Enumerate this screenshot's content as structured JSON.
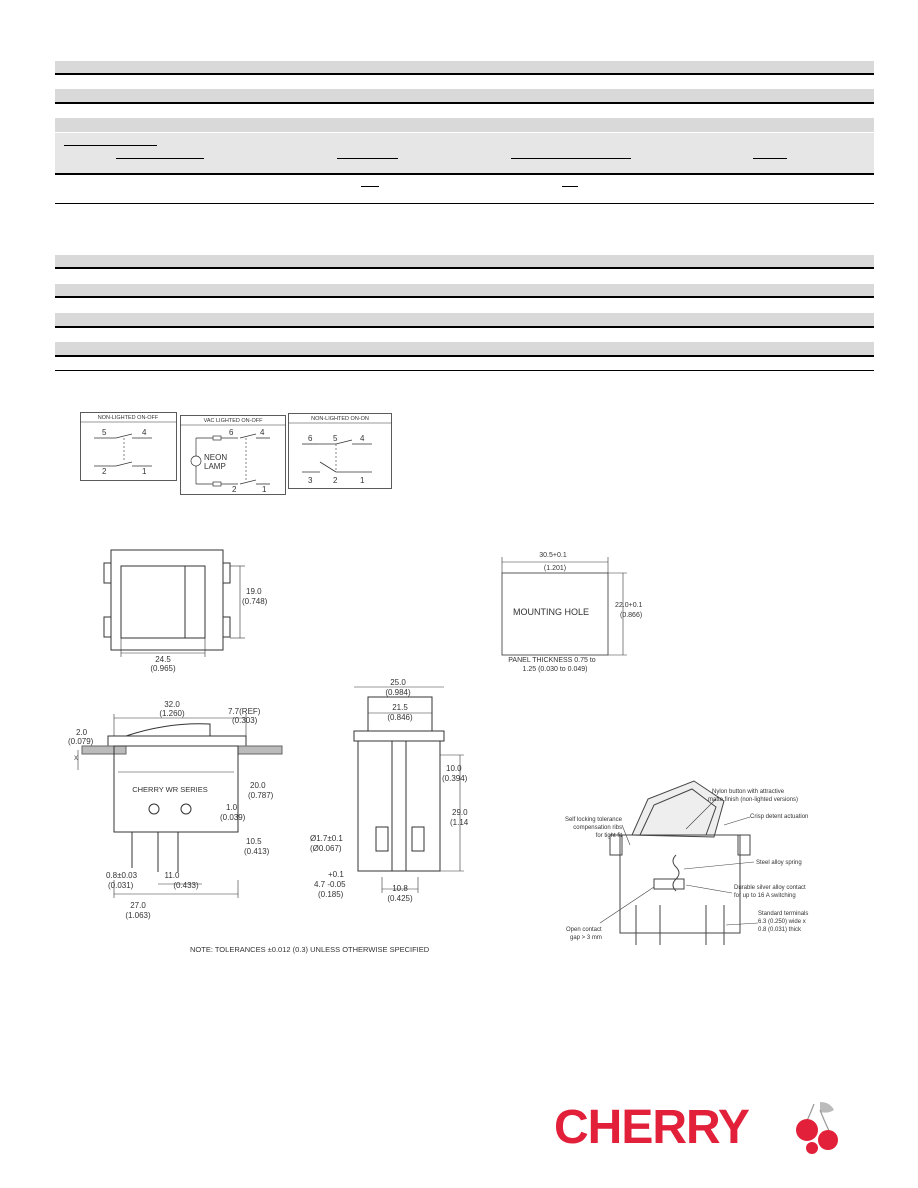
{
  "wiring": {
    "panel_a": {
      "title": "NON-LIGHTED ON-OFF",
      "t5": "5",
      "t4": "4",
      "t2": "2",
      "t1": "1"
    },
    "panel_b": {
      "title": "VAC LIGHTED ON-OFF",
      "t6": "6",
      "t4": "4",
      "neon1": "NEON",
      "neon2": "LAMP",
      "t2": "2",
      "t1": "1"
    },
    "panel_c": {
      "title": "NON-LIGHTED ON-ON",
      "t6": "6",
      "t5": "5",
      "t4": "4",
      "t3": "3",
      "t2": "2",
      "t1": "1"
    }
  },
  "front": {
    "h_mm": "19.0",
    "h_in": "(0.748)",
    "w_mm": "24.5",
    "w_in": "(0.965)"
  },
  "mounting": {
    "w_mm": "30.5+0.1",
    "w_in": "(1.201)",
    "label": "MOUNTING HOLE",
    "h_mm": "22.0+0.1",
    "h_in": "(0.866)",
    "panel1": "PANEL THICKNESS 0.75 to",
    "panel2": "1.25 (0.030 to 0.049)"
  },
  "side": {
    "top_mm": "32.0",
    "top_in": "(1.260)",
    "ref_mm": "7.7(REF)",
    "ref_in": "(0.303)",
    "left_mm": "2.0",
    "left_in": "(0.079)",
    "x": "X",
    "brand": "CHERRY   WR   SERIES",
    "r1_mm": "20.0",
    "r1_in": "(0.787)",
    "r2_mm": "1.0",
    "r2_in": "(0.039)",
    "r3_mm": "10.5",
    "r3_in": "(0.413)",
    "b1_mm": "0.8±0.03",
    "b1_in": "(0.031)",
    "b2_mm": "11.0",
    "b2_in": "(0.433)",
    "b3_mm": "27.0",
    "b3_in": "(1.063)"
  },
  "end": {
    "top_mm": "25.0",
    "top_in": "(0.984)",
    "mid_mm": "21.5",
    "mid_in": "(0.846)",
    "r1_mm": "10.0",
    "r1_in": "(0.394)",
    "r2_mm": "29.0",
    "r2_in": "(1.14",
    "hole_mm": "Ø1.7±0.1",
    "hole_in": "(Ø0.067)",
    "tol": "+0.1",
    "pin_mm": "4.7 -0.05",
    "pin_in": "(0.185)",
    "pitch_mm": "10.8",
    "pitch_in": "(0.425)"
  },
  "note": "NOTE: TOLERANCES ±0.012 (0.3) UNLESS OTHERWISE SPECIFIED",
  "cutaway": {
    "c1": "Nylon button with attractive",
    "c2": "matte finish (non-lighted versions)",
    "c3": "Crisp detent actuation",
    "c4": "Self locking tolerance",
    "c5": "compensation ribs",
    "c6": "for tight fit",
    "c7": "Steel alloy spring",
    "c8": "Durable silver alloy contact",
    "c9": "for up to 16 A switching",
    "c10": "Standard terminals",
    "c11": "6.3 (0.250) wide x",
    "c12": "0.8 (0.031) thick",
    "c13": "Open contact",
    "c14": "gap > 3 mm"
  },
  "logo": {
    "text": "CHERRY",
    "color": "#e2203a"
  }
}
